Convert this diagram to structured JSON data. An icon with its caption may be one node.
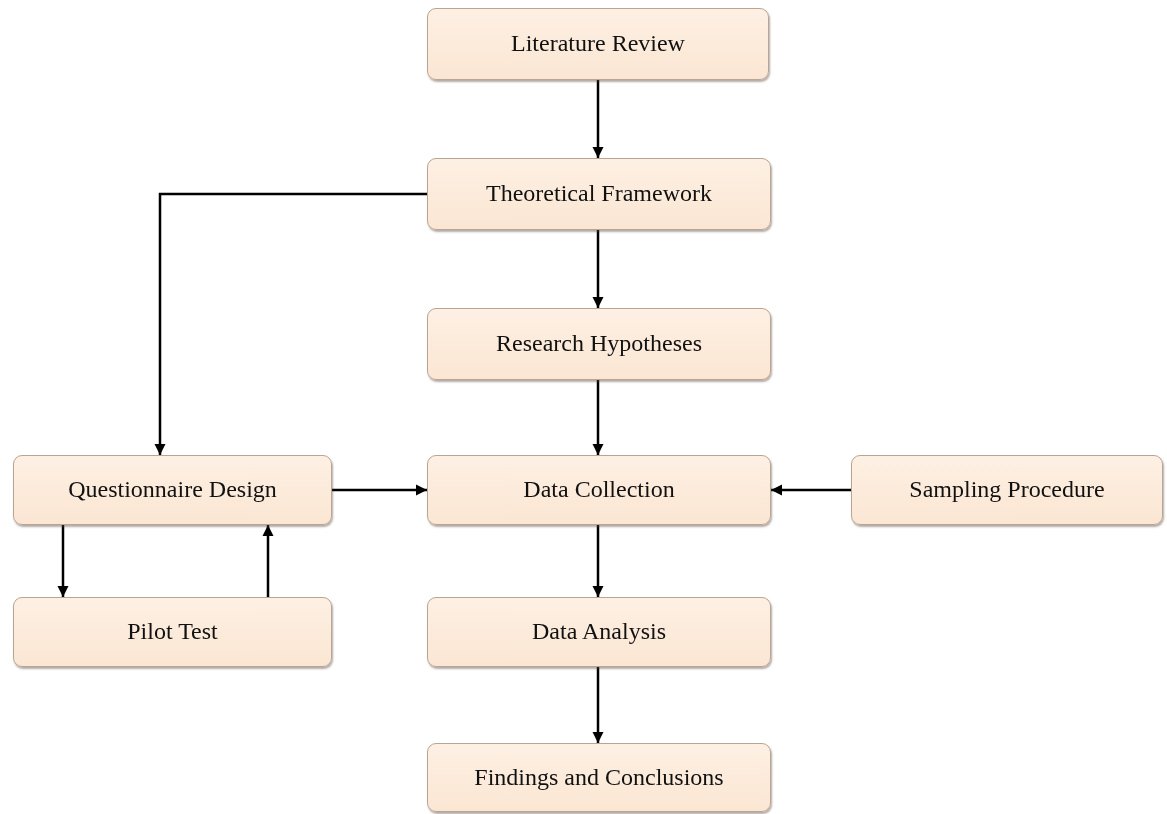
{
  "diagram": {
    "nodes": [
      {
        "text": [
          "Literature Review"
        ]
      },
      {
        "text": [
          "Theoretical Framework"
        ]
      },
      {
        "text": [
          "Research Hypotheses"
        ]
      },
      {
        "text": [
          "Questionnaire Design"
        ]
      },
      {
        "text": [
          "Data Collection"
        ]
      },
      {
        "text": [
          "Sampling Procedure"
        ]
      },
      {
        "text": [
          "Pilot Test"
        ]
      },
      {
        "text": [
          "Data Analysis"
        ]
      },
      {
        "text": [
          "Findings and Conclusions"
        ]
      }
    ],
    "edges": [
      {
        "from": 0,
        "to": 1,
        "arrow": "to"
      },
      {
        "from": 1,
        "to": 3,
        "arrow": "to"
      },
      {
        "from": 1,
        "to": 2,
        "arrow": "to"
      },
      {
        "from": 2,
        "to": 4,
        "arrow": "to"
      },
      {
        "from": 3,
        "to": 4,
        "arrow": "to"
      },
      {
        "from": 5,
        "to": 4,
        "arrow": "to"
      },
      {
        "from": 3,
        "to": 6,
        "arrow": "to"
      },
      {
        "from": 6,
        "to": 3,
        "arrow": "to"
      },
      {
        "from": 4,
        "to": 7,
        "arrow": "to"
      },
      {
        "from": 7,
        "to": 8,
        "arrow": "to"
      }
    ]
  }
}
